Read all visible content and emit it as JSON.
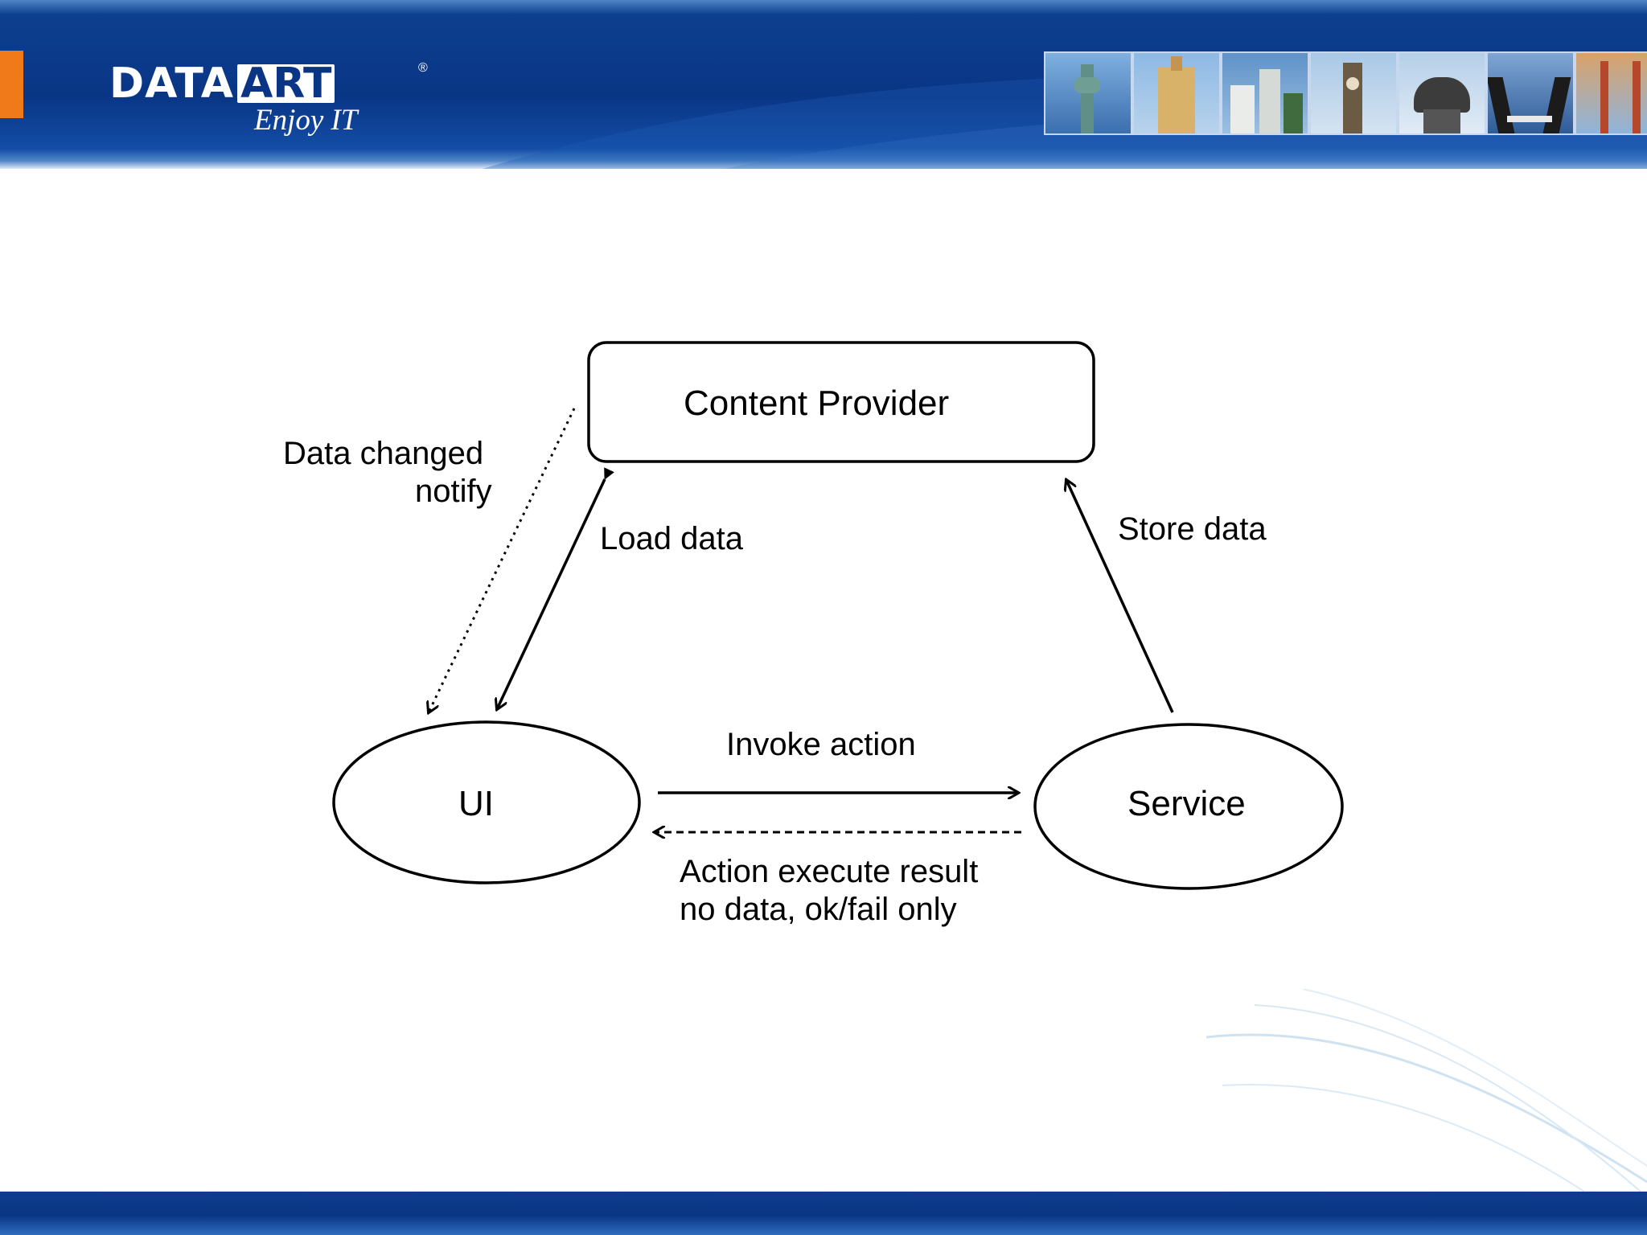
{
  "brand": {
    "logo_data": "DATA",
    "logo_art": "ART",
    "registered": "®",
    "tagline": "Enjoy IT"
  },
  "header": {
    "photos": [
      "statue-of-liberty",
      "tower-building",
      "city-skyline",
      "big-ben",
      "monument-ship",
      "drawbridge",
      "golden-gate-bridge"
    ]
  },
  "diagram": {
    "nodes": {
      "content_provider": "Content Provider",
      "ui": "UI",
      "service": "Service"
    },
    "edges": {
      "data_changed_line1": "Data changed",
      "data_changed_line2": "notify",
      "load_data": "Load data",
      "store_data": "Store data",
      "invoke_action": "Invoke action",
      "result_line1": "Action execute result",
      "result_line2": "no data, ok/fail only"
    }
  },
  "colors": {
    "header_blue": "#0a3585",
    "accent_orange": "#f07a1a"
  }
}
